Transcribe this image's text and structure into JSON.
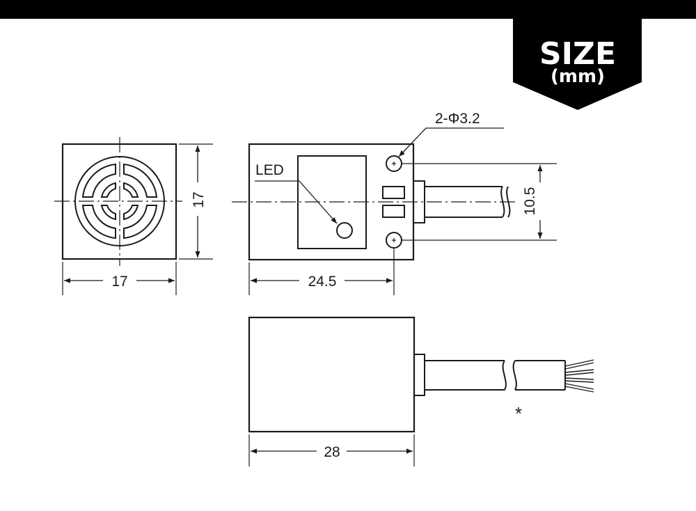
{
  "badge": {
    "title": "SIZE",
    "unit": "(mm)"
  },
  "labels": {
    "hole_spec": "2-Φ3.2",
    "led": "LED",
    "asterisk": "*"
  },
  "dimensions": {
    "front_width": "17",
    "front_height": "17",
    "top_length": "24.5",
    "hole_spacing": "10.5",
    "side_length": "28"
  },
  "colors": {
    "line": "#1a1a1a",
    "band": "#000000",
    "badge_bg": "#000000",
    "badge_text": "#ffffff"
  }
}
